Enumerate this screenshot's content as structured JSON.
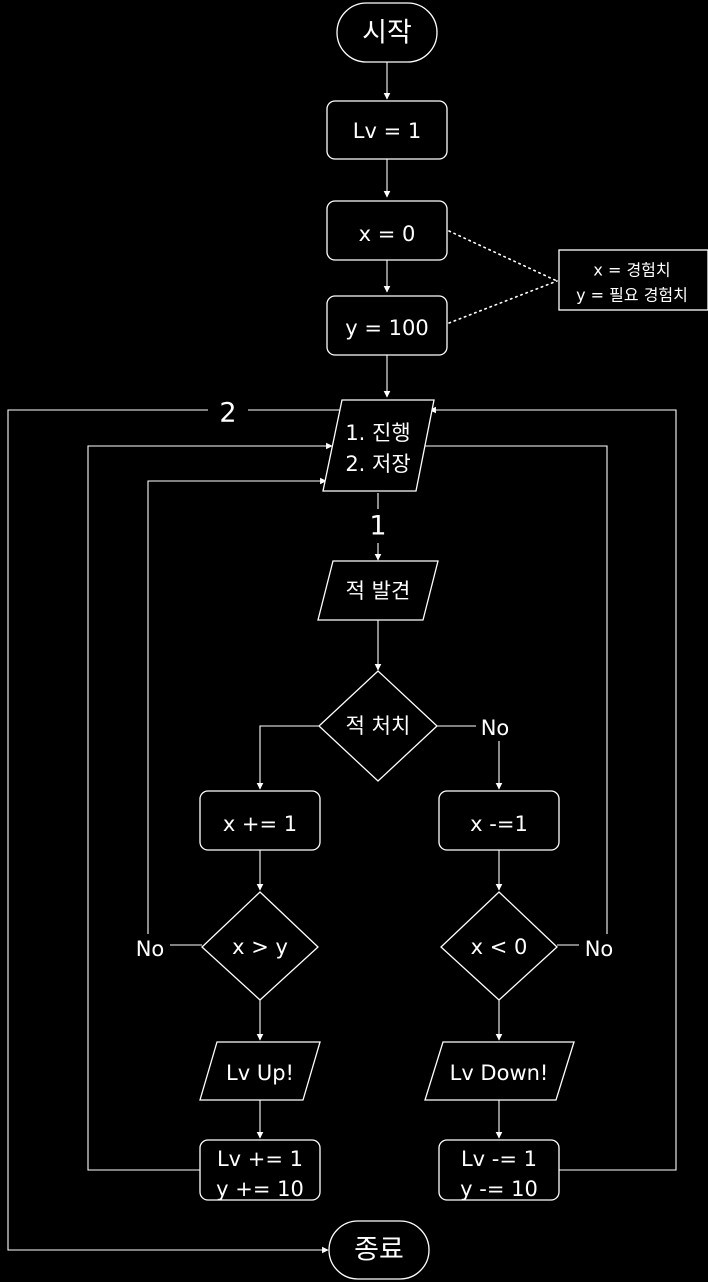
{
  "flowchart": {
    "start": "시작",
    "lv_init": "Lv = 1",
    "x_init": "x = 0",
    "y_init": "y = 100",
    "note": [
      "x = 경험치",
      "y = 필요 경험치"
    ],
    "menu": [
      "1. 진행",
      "2. 저장"
    ],
    "choice_1": "1",
    "choice_2": "2",
    "enemy_found": "적 발견",
    "enemy_defeated": "적 처치",
    "no_label": "No",
    "x_inc": "x += 1",
    "x_dec": "x -=1",
    "cond_levelup": "x > y",
    "cond_leveldown": "x < 0",
    "level_up": "Lv Up!",
    "level_down": "Lv Down!",
    "up_update": [
      "Lv += 1",
      "y += 10"
    ],
    "down_update": [
      "Lv -= 1",
      "y -= 10"
    ],
    "end": "종료"
  }
}
